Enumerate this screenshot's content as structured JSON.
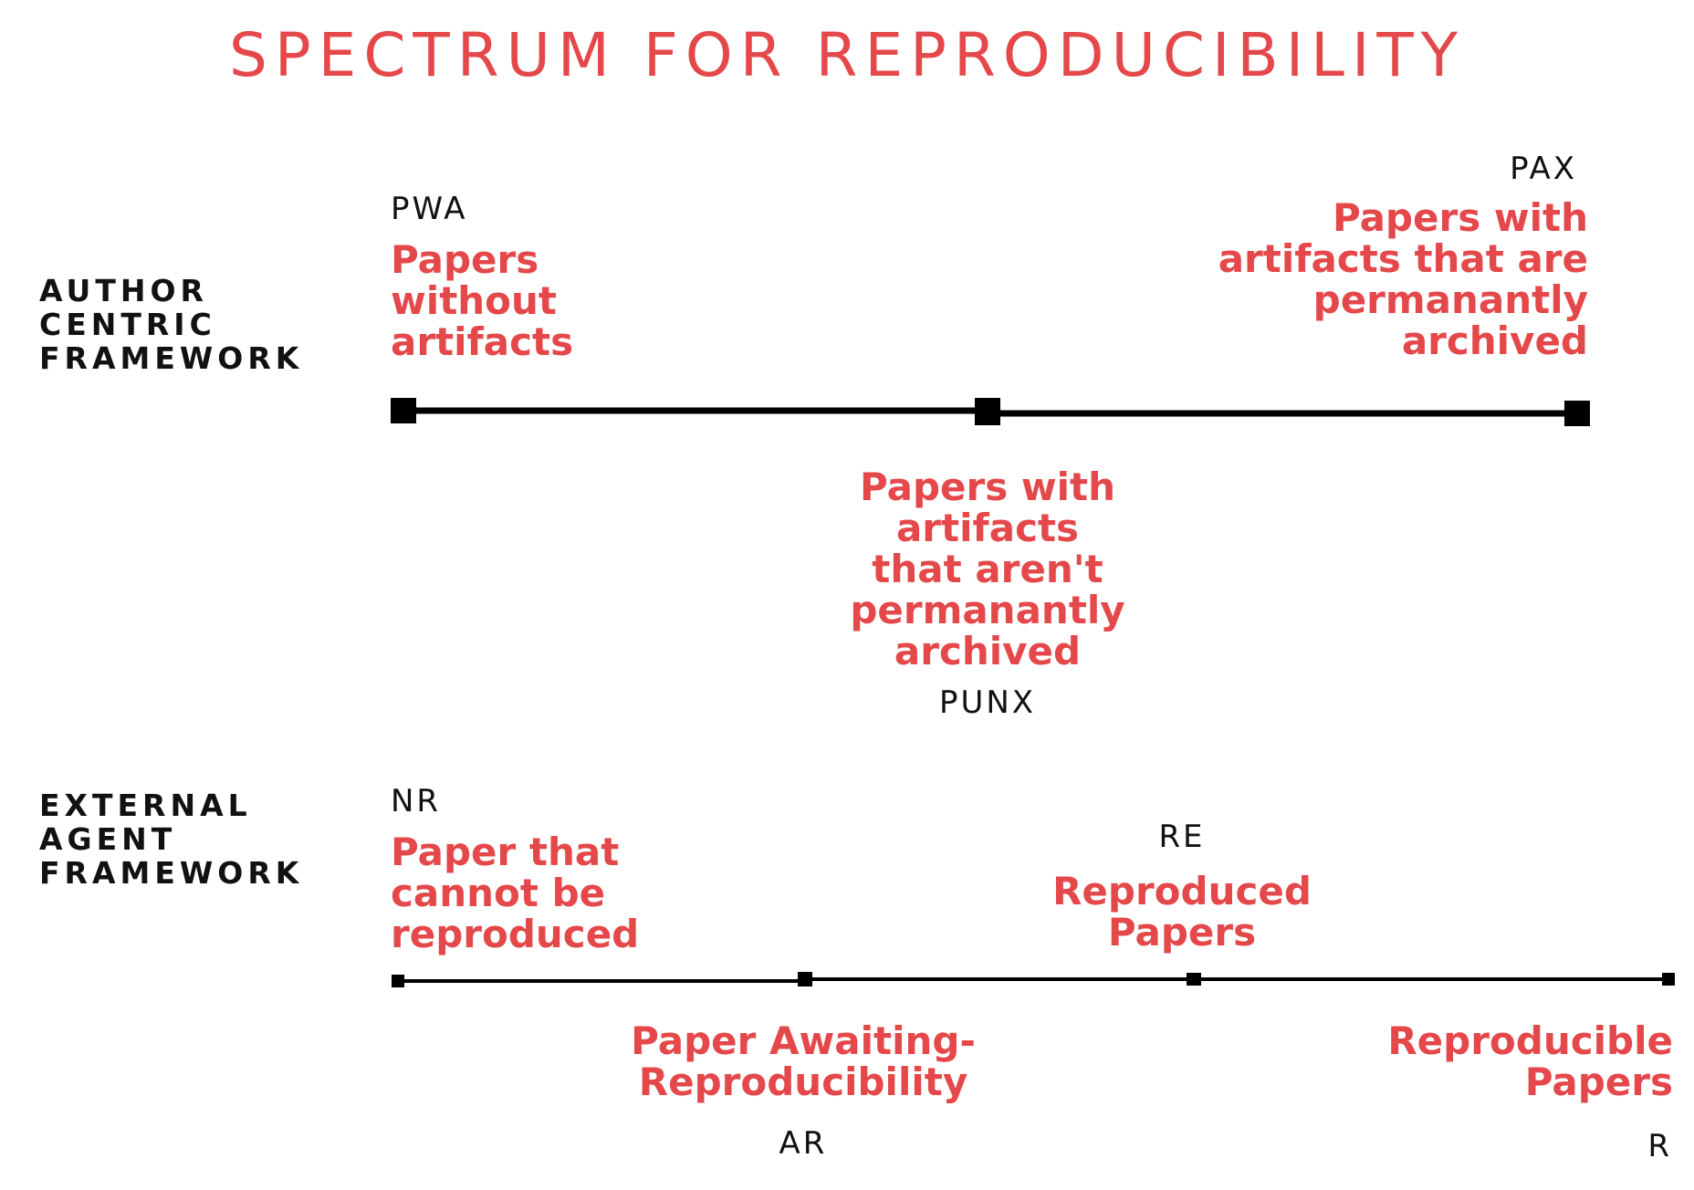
{
  "title": "SPECTRUM FOR REPRODUCIBILITY",
  "frameworks": {
    "author": "AUTHOR\nCENTRIC\nFRAMEWORK",
    "external": "EXTERNAL\nAGENT\nFRAMEWORK"
  },
  "author_nodes": {
    "pwa": {
      "code": "PWA",
      "label": "Papers\nwithout\nartifacts"
    },
    "punx": {
      "code": "PUNX",
      "label": "Papers with\nartifacts\nthat aren't\npermanantly\narchived"
    },
    "pax": {
      "code": "PAX",
      "label": "Papers with\nartifacts that are\npermanantly\narchived"
    }
  },
  "external_nodes": {
    "nr": {
      "code": "NR",
      "label": "Paper that\ncannot be\nreproduced"
    },
    "ar": {
      "code": "AR",
      "label": "Paper Awaiting-\nReproducibility"
    },
    "re": {
      "code": "RE",
      "label": "Reproduced\nPapers"
    },
    "r": {
      "code": "R",
      "label": "Reproducible\nPapers"
    }
  },
  "colors": {
    "accent": "#e4484a",
    "ink": "#111111",
    "line": "#000000"
  }
}
